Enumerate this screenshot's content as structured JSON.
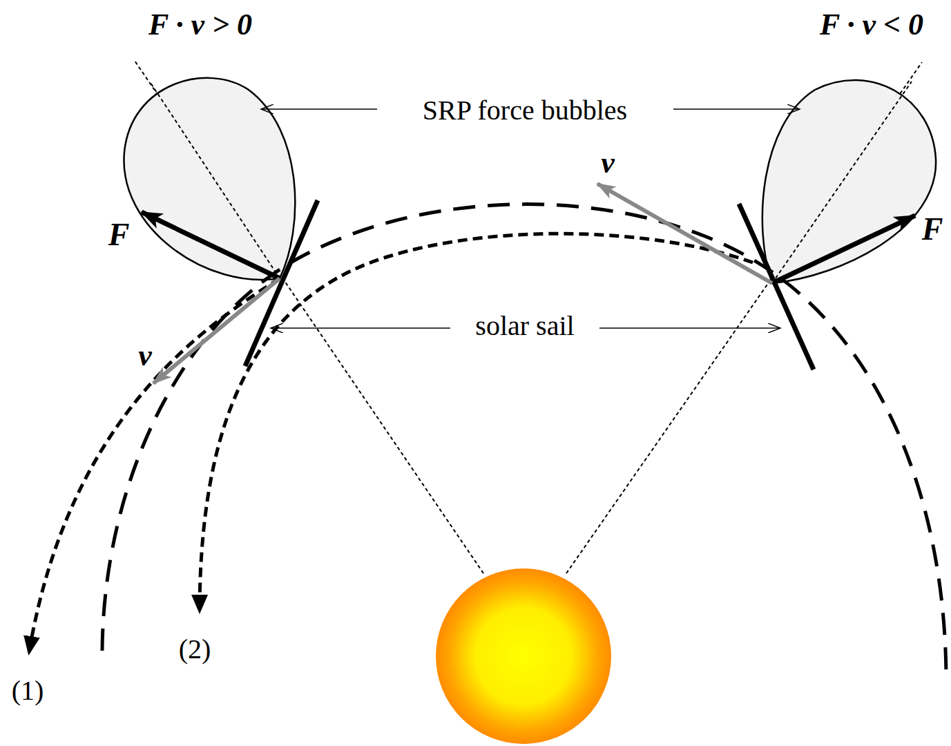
{
  "diagram": {
    "labels": [
      "F · v > 0",
      "F · v < 0",
      "SRP force bubbles",
      "v",
      "F",
      "F",
      "solar sail",
      "v",
      "(2)",
      "(1)"
    ]
  }
}
